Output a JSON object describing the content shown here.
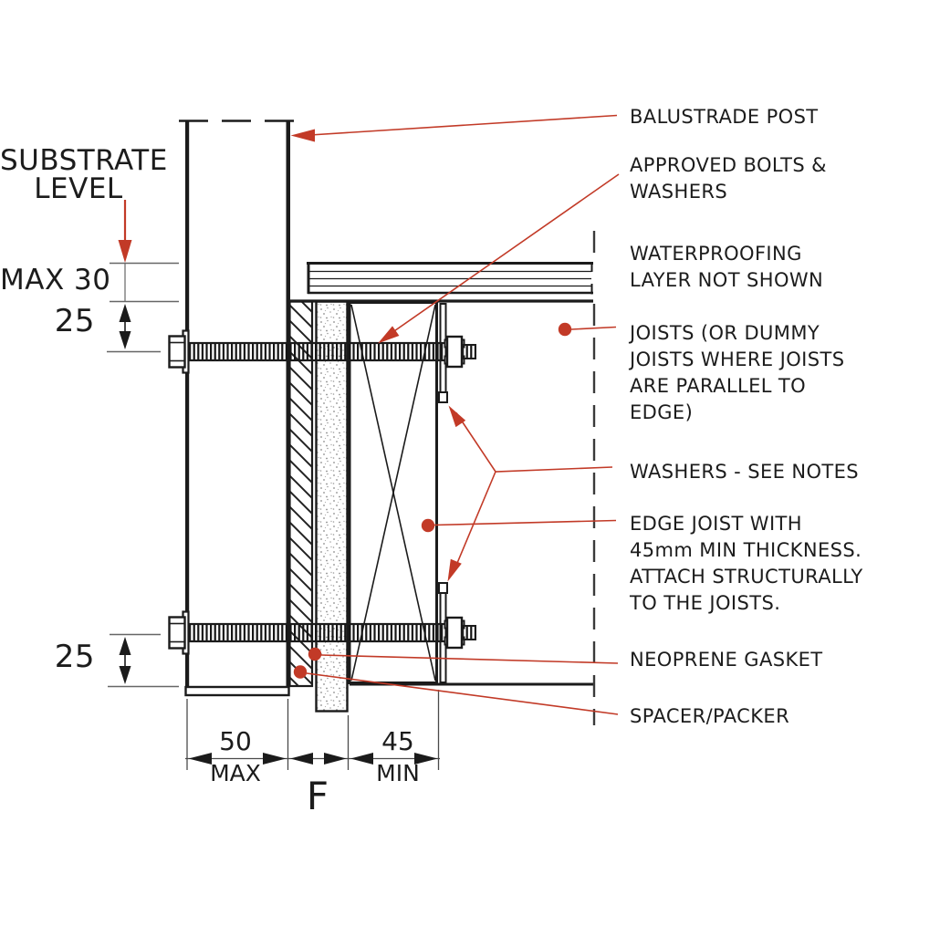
{
  "colors": {
    "line": "#1b1b1b",
    "red": "#c23a27",
    "dim_line": "#4a4a4a",
    "tick": "#666666"
  },
  "left_annotations": {
    "substrate": {
      "line1": "SUBSTRATE",
      "line2": "LEVEL"
    },
    "max_offset": "MAX 30",
    "offset_top": "25",
    "offset_bottom": "25"
  },
  "callouts": {
    "balustrade_post": [
      "BALUSTRADE POST"
    ],
    "approved_bolts": [
      "APPROVED BOLTS &",
      "WASHERS"
    ],
    "waterproofing": [
      "WATERPROOFING",
      "LAYER NOT SHOWN"
    ],
    "joists": [
      "JOISTS (OR DUMMY",
      "JOISTS WHERE JOISTS",
      "ARE PARALLEL TO",
      "EDGE)"
    ],
    "washers": [
      "WASHERS - SEE NOTES"
    ],
    "edge_joist": [
      "EDGE JOIST WITH",
      "45mm MIN THICKNESS.",
      "ATTACH STRUCTURALLY",
      "TO THE JOISTS."
    ],
    "neoprene_gasket": [
      "NEOPRENE GASKET"
    ],
    "spacer_packer": [
      "SPACER/PACKER"
    ]
  },
  "dimensions": {
    "post_width": {
      "value": "50",
      "qualifier": "MAX"
    },
    "edge_joist_width": {
      "value": "45",
      "qualifier": "MIN"
    },
    "detail_letter": "F"
  }
}
